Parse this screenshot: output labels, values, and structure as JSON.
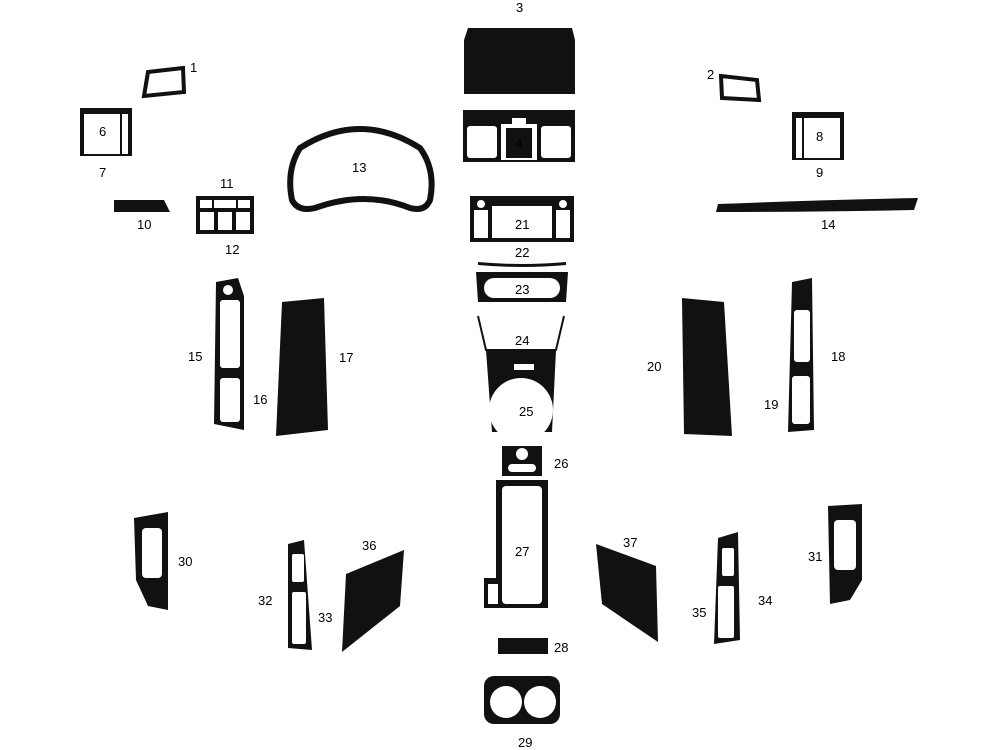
{
  "diagram": {
    "colors": {
      "piece": "#111111",
      "cutout": "#ffffff",
      "text": "#000000"
    },
    "labels": [
      "1",
      "2",
      "3",
      "4",
      "6",
      "7",
      "8",
      "9",
      "10",
      "11",
      "12",
      "13",
      "14",
      "15",
      "16",
      "17",
      "18",
      "19",
      "20",
      "21",
      "22",
      "23",
      "24",
      "25",
      "26",
      "27",
      "28",
      "29",
      "30",
      "31",
      "32",
      "33",
      "34",
      "35",
      "36",
      "37"
    ]
  }
}
